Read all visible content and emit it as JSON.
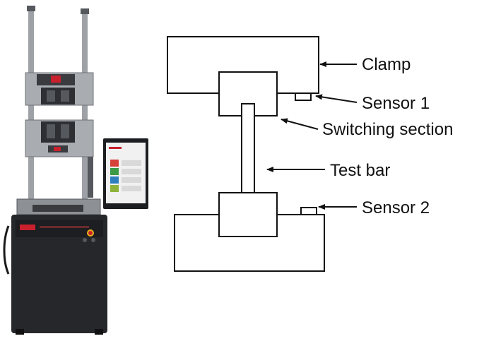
{
  "labels": {
    "clamp": "Clamp",
    "sensor1": "Sensor 1",
    "switching_section": "Switching section",
    "test_bar": "Test bar",
    "sensor2": "Sensor 2"
  },
  "colors": {
    "machine_body": "#26272b",
    "machine_frame": "#8d9196",
    "column": "#9ea2a6",
    "crosshead": "#a9adb2",
    "grip": "#2e2f33",
    "brand_red": "#c8202d",
    "screen_frame": "#1c1d20",
    "screen_bg": "#f1f1f1",
    "screen_tiles": [
      "#d6413a",
      "#3b9b46",
      "#2f7fbf",
      "#8fb23a"
    ],
    "stop_button": "#e7b21c",
    "diagram_line": "#111111"
  },
  "icons": {
    "testing_machine": "universal-testing-machine-photo"
  }
}
